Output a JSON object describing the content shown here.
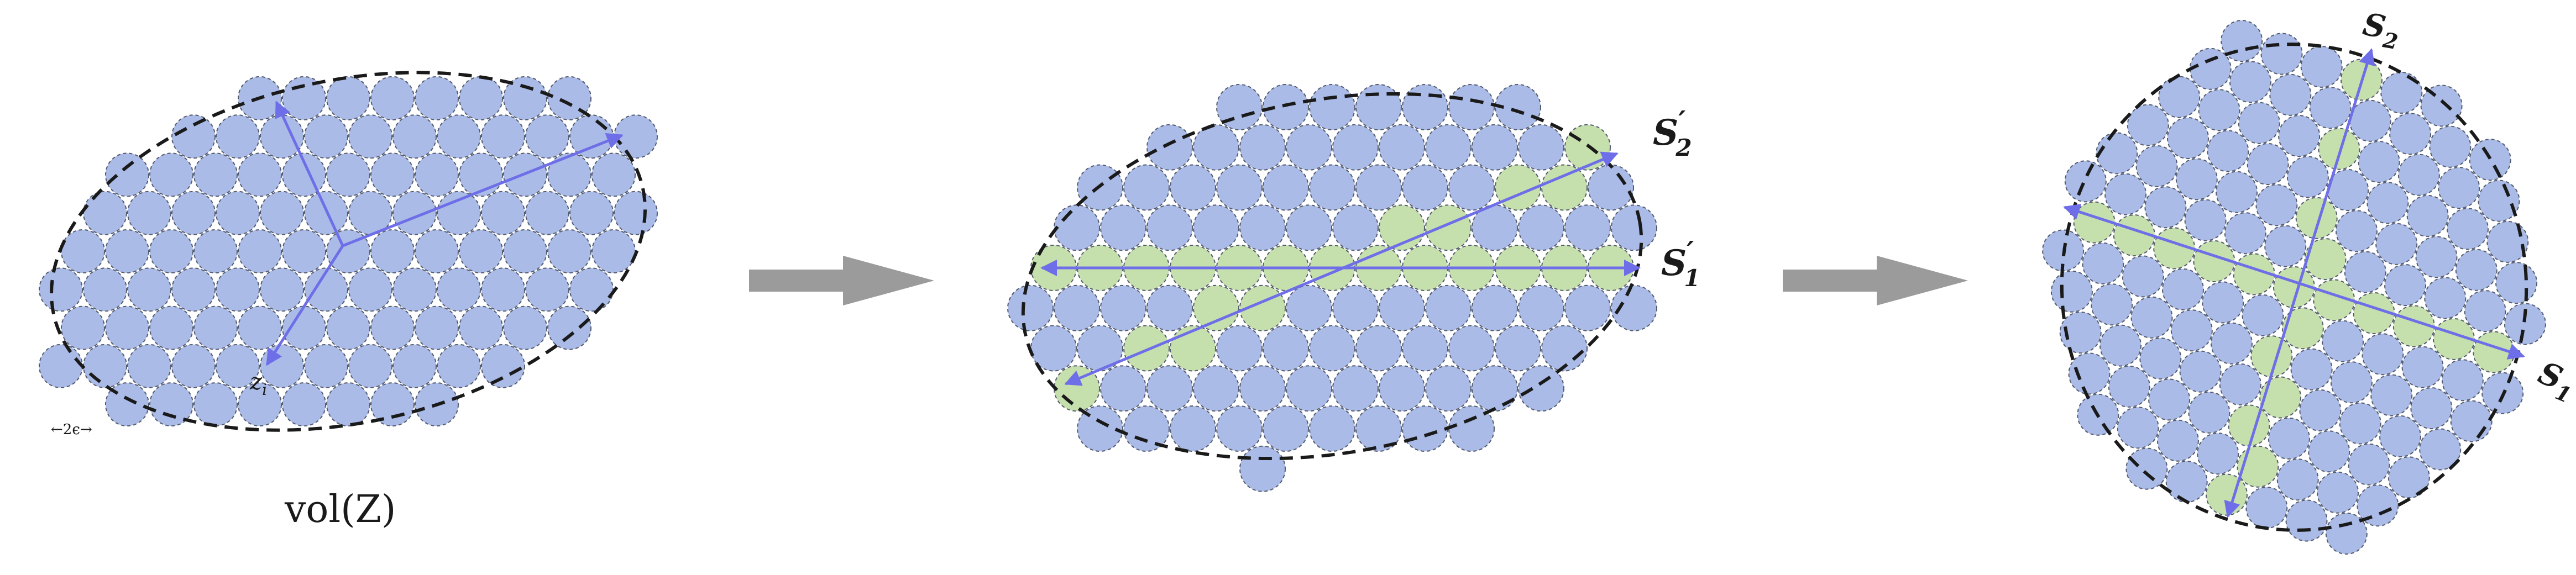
{
  "colors": {
    "disk_fill": "#a9bbe6",
    "highlight_fill": "#c5e0ad",
    "vector": "#6e6ee8",
    "ellipse": "#1a1a1a",
    "transition_arrow": "#9b9b9b"
  },
  "icons": [
    "transition-arrow-icon"
  ],
  "panel1": {
    "label_zi_main": "z",
    "label_zi_sub": "i",
    "label_2eps": "←2ϵ→",
    "label_vol": "vol(Z)"
  },
  "panel2": {
    "label_s2_main": "S",
    "label_s2_sub": "2",
    "label_s2_prime": "′",
    "label_s1_main": "S",
    "label_s1_sub": "1",
    "label_s1_prime": "′"
  },
  "panel3": {
    "label_s2_main": "S",
    "label_s2_sub": "2",
    "label_s1_main": "S",
    "label_s1_sub": "1"
  }
}
